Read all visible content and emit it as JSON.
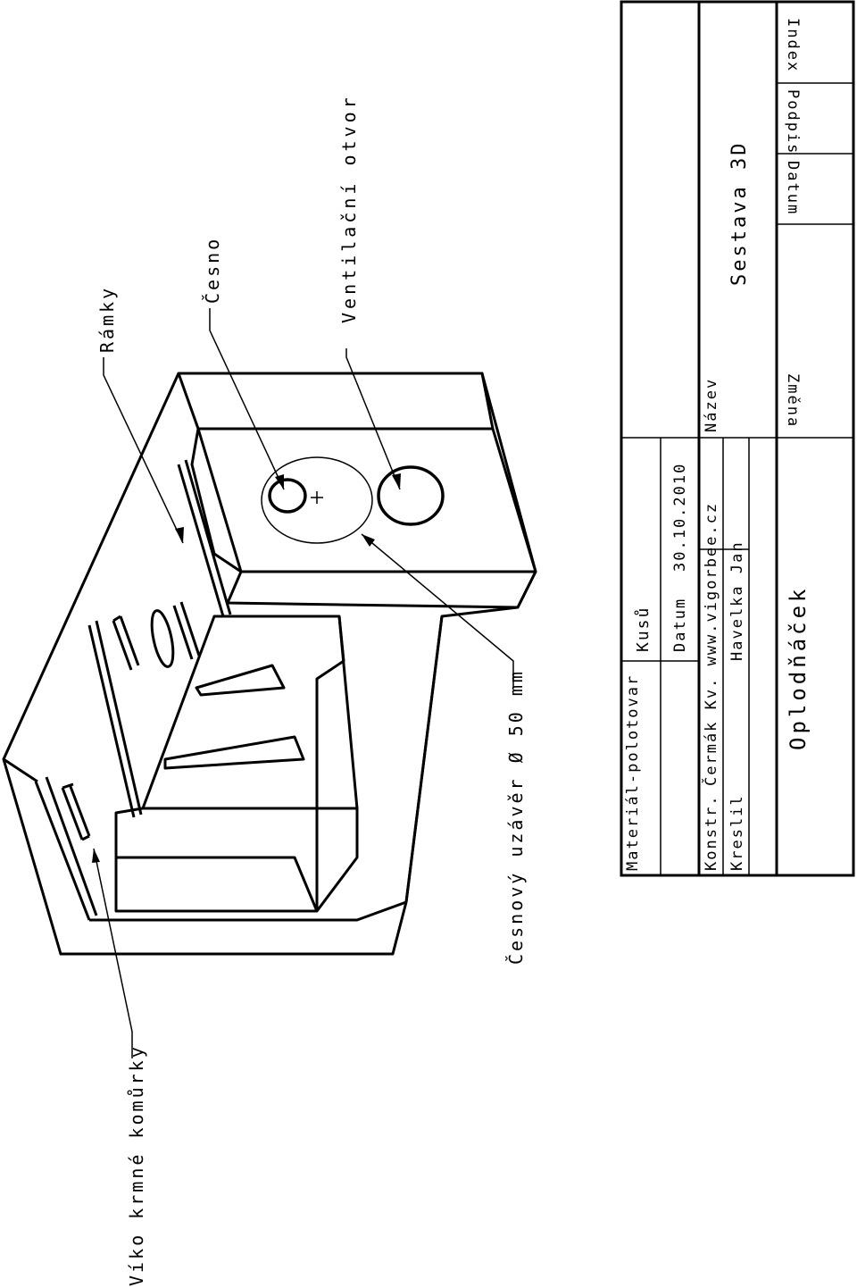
{
  "callouts": {
    "ramky": "Rámky",
    "cesno": "Česno",
    "ventilacni_otvor": "Ventilační otvor",
    "cesnovy_uzaver": "Česnový uzávěr  Ø 50 mm",
    "viko": "Víko krmné komůrky"
  },
  "title_block": {
    "material_label": "Materiál-polotovar",
    "kusu_label": "Kusů",
    "datum_label": "Datum",
    "datum_value": "30.10.2010",
    "konstr_label": "Konstr.",
    "konstr_value": "Čermák Kv.  www.vigorbee.cz",
    "kreslil_label": "Kreslil",
    "kreslil_value": "Havelka Jan",
    "nazev_label": "Název",
    "nazev_value": "Sestava 3D",
    "drawing_name": "Oplodňáček",
    "revision_headers": [
      "Index",
      "Podpis",
      "Datum",
      "Změna"
    ]
  }
}
